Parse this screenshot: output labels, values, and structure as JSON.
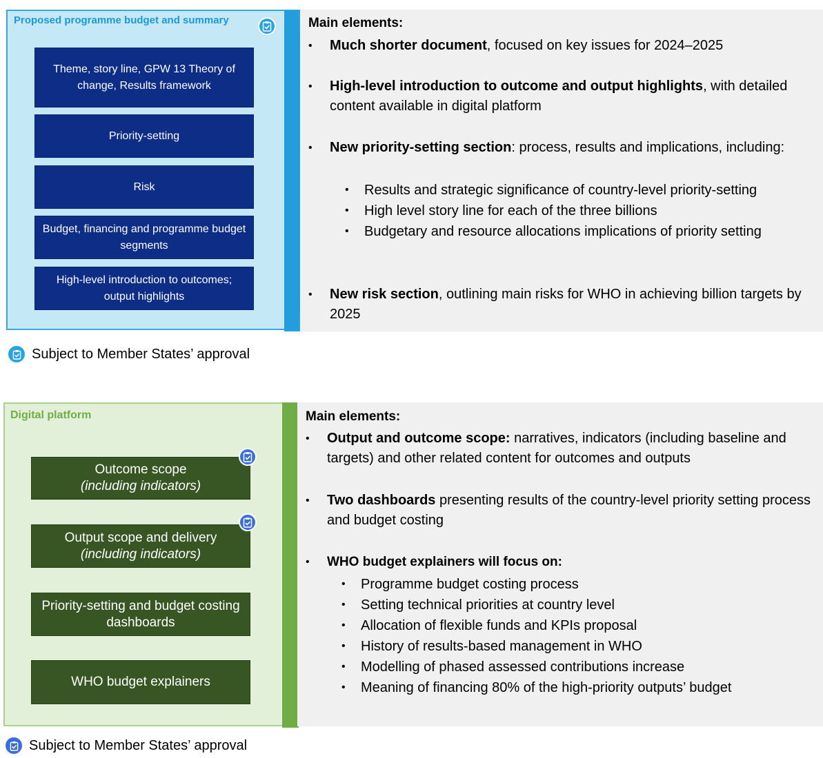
{
  "top": {
    "title": "Proposed programme budget and summary",
    "boxes": [
      "Theme, story line, GPW 13 Theory of change, Results framework",
      "Priority-setting",
      "Risk",
      "Budget, financing and programme budget segments",
      "High-level introduction to outcomes; output highlights"
    ],
    "main_heading": "Main elements:",
    "bullets": [
      {
        "bold": "Much shorter document",
        "text": ", focused on key issues for 2024–2025"
      },
      {
        "bold": "High-level introduction to outcome and output highlights",
        "text": ", with detailed content available in digital platform"
      },
      {
        "bold": "New priority-setting section",
        "text": ": process, results and implications, including:"
      },
      {
        "bold": "New risk section",
        "text": ", outlining main risks for WHO in achieving billion targets by 2025"
      }
    ],
    "sub_bullets": [
      "Results and strategic significance of country-level priority-setting",
      "High level story line for each of the three billions",
      "Budgetary and resource allocations implications of priority setting"
    ],
    "caption": "Subject to Member States’ approval"
  },
  "bottom": {
    "title": "Digital platform",
    "boxes": [
      {
        "line1": "Outcome scope",
        "line2": "(including indicators)"
      },
      {
        "line1": "Output scope and delivery",
        "line2": "(including indicators)"
      },
      {
        "line1": "Priority-setting and budget costing dashboards",
        "line2": ""
      },
      {
        "line1": "WHO budget explainers",
        "line2": ""
      }
    ],
    "main_heading": "Main elements:",
    "bullets": [
      {
        "bold": "Output and outcome scope:",
        "text": " narratives, indicators (including baseline and targets) and other related content for outcomes and outputs"
      },
      {
        "bold": "Two dashboards",
        "text": " presenting results of the country-level priority setting process and budget costing"
      },
      {
        "bold": "WHO budget explainers will focus on:",
        "text": ""
      }
    ],
    "sub_bullets": [
      "Programme budget costing process",
      "Setting technical priorities at country level",
      "Allocation of flexible funds and KPIs proposal",
      "History of results-based management in WHO",
      "Modelling of phased assessed contributions increase",
      "Meaning of financing 80% of the high-priority outputs’ budget"
    ],
    "caption": "Subject to Member States’ approval"
  },
  "colors": {
    "top_panel_bg": "#c5e8f7",
    "top_panel_border": "#3aa9e0",
    "top_title": "#1b98d8",
    "blue_box": "#0d2d86",
    "bottom_panel_bg": "#e2efd9",
    "bottom_panel_border": "#a9d18e",
    "bottom_title": "#70ad47",
    "green_box": "#375623",
    "text_panel_bg": "#f0f0f0"
  },
  "icons": {
    "approval": "clipboard-check-icon"
  }
}
